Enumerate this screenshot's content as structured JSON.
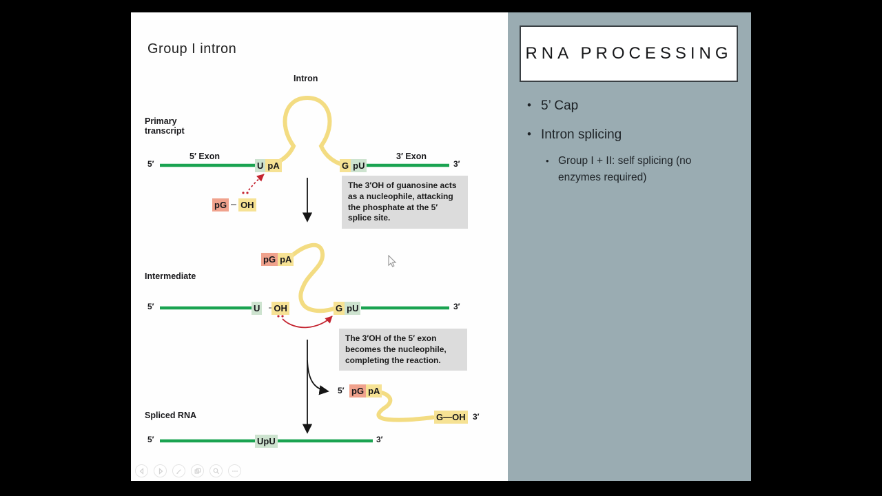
{
  "diagram": {
    "title": "Group I intron",
    "intron_label": "Intron",
    "stages": {
      "primary": "Primary transcript",
      "intermediate": "Intermediate",
      "spliced": "Spliced RNA"
    },
    "five_prime": "5′",
    "three_prime": "3′",
    "five_exon": "5′ Exon",
    "three_exon": "3′ Exon",
    "seq": {
      "upa": [
        "U",
        "pA"
      ],
      "gpu": [
        "G",
        "pU"
      ],
      "pg_oh": [
        "pG",
        "OH"
      ],
      "pgpa": [
        "pG",
        "pA"
      ],
      "u_oh": [
        "U",
        "OH"
      ],
      "upu": "UpU",
      "g_oh": "G—OH"
    },
    "callouts": [
      "The 3′OH of guanosine acts as a nucleophile, attacking the phosphate at the 5′ splice site.",
      "The 3′OH of the 5′ exon becomes the nucleophile, completing the reaction."
    ]
  },
  "notes": {
    "heading": "RNA PROCESSING",
    "bullet_glyph": "•",
    "bullets": [
      {
        "level": 1,
        "text": "5’ Cap"
      },
      {
        "level": 1,
        "text": "Intron splicing"
      },
      {
        "level": 2,
        "text": "Group I + II: self splicing (no enzymes required)"
      }
    ]
  },
  "toolbar": {
    "icons": [
      "previous-slide-icon",
      "next-slide-icon",
      "pen-icon",
      "see-all-slides-icon",
      "zoom-icon",
      "more-options-icon"
    ]
  },
  "colors": {
    "rna_line_green": "#1aa351",
    "intron_curve_yellow": "#f3dc82",
    "label_yellow": "#f6e294",
    "label_green": "#cde3cf",
    "label_salmon": "#f0a28d",
    "callout_gray": "#dcdcdc",
    "arrow_red": "#c42430",
    "notes_panel_gray": "#9aacb2"
  }
}
